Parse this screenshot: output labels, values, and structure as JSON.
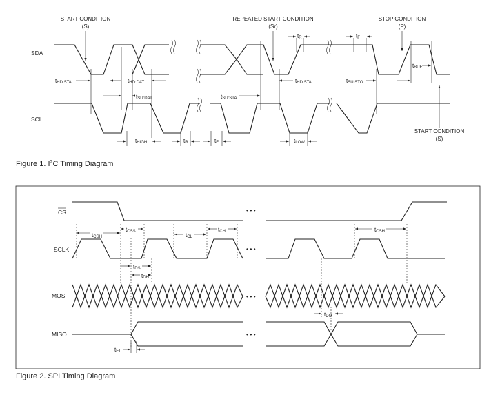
{
  "figure1": {
    "caption_pre": "Figure 1. I",
    "caption_sup": "2",
    "caption_post": "C Timing Diagram",
    "signals": {
      "sda": "SDA",
      "scl": "SCL"
    },
    "conditions": {
      "start": "START CONDITION",
      "start_sym": "(S)",
      "repeated_start": "REPEATED START CONDITION",
      "repeated_start_sym": "(Sr)",
      "stop": "STOP CONDITION",
      "stop_sym": "(P)",
      "start_bottom": "START CONDITION",
      "start_bottom_sym": "(S)"
    },
    "timings": {
      "t_hd_sta": {
        "t": "t",
        "sub": "HD:STA"
      },
      "t_hd_dat": {
        "t": "t",
        "sub": "HD:DAT"
      },
      "t_su_dat": {
        "t": "t",
        "sub": "SU:DAT"
      },
      "t_su_sta": {
        "t": "t",
        "sub": "SU:STA"
      },
      "t_hd_sta2": {
        "t": "t",
        "sub": "HD:STA"
      },
      "t_su_sto": {
        "t": "t",
        "sub": "SU:STO"
      },
      "t_r_top": {
        "t": "t",
        "sub": "R"
      },
      "t_f_top": {
        "t": "t",
        "sub": "F"
      },
      "t_buf": {
        "t": "t",
        "sub": "BUF"
      },
      "t_high": {
        "t": "t",
        "sub": "HIGH"
      },
      "t_r": {
        "t": "t",
        "sub": "R"
      },
      "t_f": {
        "t": "t",
        "sub": "F"
      },
      "t_low": {
        "t": "t",
        "sub": "LOW"
      }
    }
  },
  "figure2": {
    "caption": "Figure 2. SPI Timing Diagram",
    "signals": {
      "cs": "CS",
      "sclk": "SCLK",
      "mosi": "MOSI",
      "miso": "MISO"
    },
    "ellipsis": "• • •",
    "timings": {
      "t_csh_left": {
        "t": "t",
        "sub": "CSH"
      },
      "t_css": {
        "t": "t",
        "sub": "CSS"
      },
      "t_cl": {
        "t": "t",
        "sub": "CL"
      },
      "t_ch": {
        "t": "t",
        "sub": "CH"
      },
      "t_csh_right": {
        "t": "t",
        "sub": "CSH"
      },
      "t_ds": {
        "t": "t",
        "sub": "DS"
      },
      "t_dh": {
        "t": "t",
        "sub": "DH"
      },
      "t_do": {
        "t": "t",
        "sub": "DO"
      },
      "t_ft": {
        "t": "t",
        "sub": "FT"
      }
    }
  }
}
